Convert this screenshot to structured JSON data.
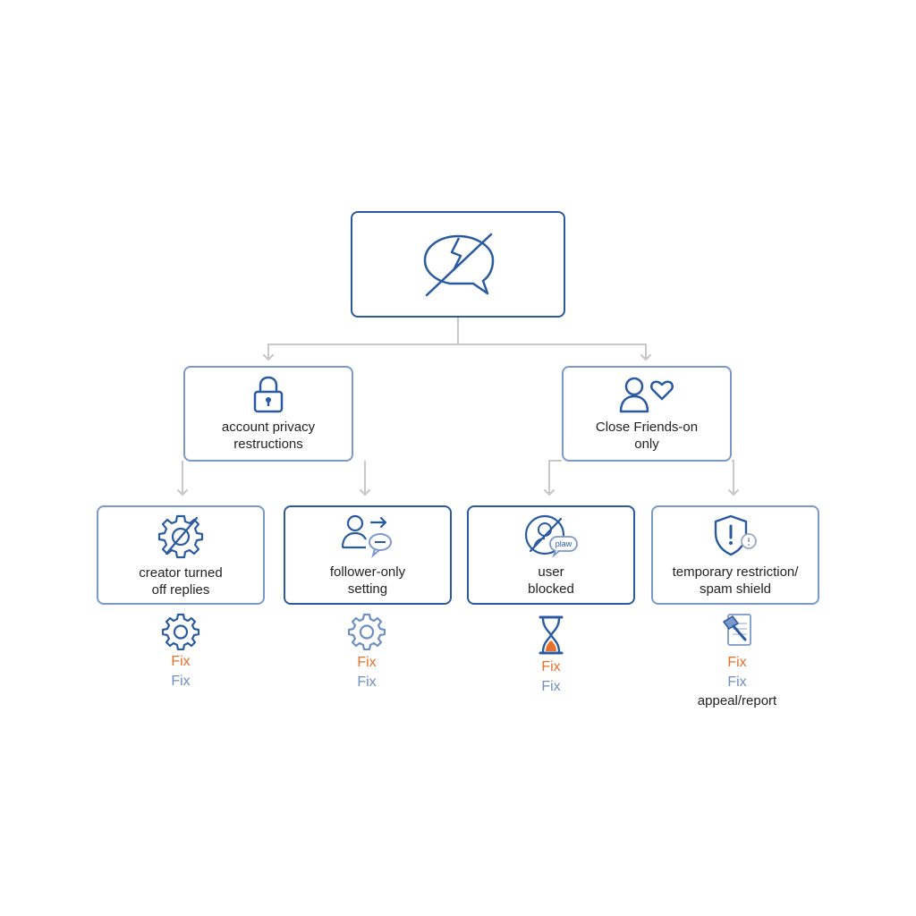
{
  "diagram": {
    "root": {
      "icon": "broken-chat-bubble-icon"
    },
    "level1": [
      {
        "id": "privacy",
        "label": "account privacy\nrestructions",
        "icon": "padlock-icon"
      },
      {
        "id": "close-friends",
        "label": "Close Friends-on\nonly",
        "icon": "person-heart-icon"
      }
    ],
    "level2": [
      {
        "id": "creator-replies",
        "label": "creator turned\noff replies",
        "icon": "gear-slash-icon",
        "fix": {
          "icon": "gear-icon",
          "primary": "Fix",
          "secondary": "Fix"
        }
      },
      {
        "id": "follower-only",
        "label": "follower-only\nsetting",
        "icon": "person-arrow-chat-icon",
        "fix": {
          "icon": "gear-icon",
          "primary": "Fix",
          "secondary": "Fix"
        }
      },
      {
        "id": "user-blocked",
        "label": "user\nblocked",
        "icon": "blocked-user-icon",
        "badge_text": "plaw",
        "fix": {
          "icon": "hourglass-icon",
          "primary": "Fix",
          "secondary": "Fix"
        }
      },
      {
        "id": "temp-restriction",
        "label": "temporary restriction/\nspam shield",
        "icon": "shield-alert-icon",
        "fix": {
          "icon": "gavel-document-icon",
          "primary": "Fix",
          "secondary": "Fix",
          "extra": "appeal/report"
        }
      }
    ]
  },
  "colors": {
    "accent_dark": "#2a5a9f",
    "accent_light": "#7b98cc",
    "fix_primary": "#e8702a",
    "fix_secondary": "#6e8fc2",
    "connector": "#c8c8c8"
  }
}
